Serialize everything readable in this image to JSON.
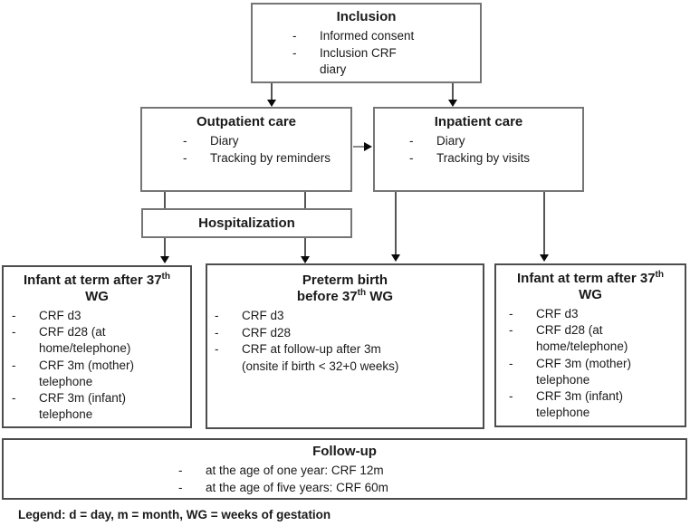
{
  "colors": {
    "background": "#ffffff",
    "box_border": "#757575",
    "box_border_dark": "#4d4d4d",
    "connector_line": "#555555",
    "arrowhead": "#0a0a0a",
    "text": "#1a1a1a"
  },
  "boxes": {
    "inclusion": {
      "title": "Inclusion",
      "items": [
        {
          "bullet": "-",
          "text": "Informed consent"
        },
        {
          "bullet": "-",
          "text": "Inclusion CRF"
        },
        {
          "bullet": "",
          "text": "diary"
        }
      ]
    },
    "outpatient": {
      "title": "Outpatient care",
      "items": [
        {
          "bullet": "-",
          "text": "Diary"
        },
        {
          "bullet": "-",
          "text": "Tracking by reminders"
        }
      ]
    },
    "inpatient": {
      "title": "Inpatient care",
      "items": [
        {
          "bullet": "-",
          "text": "Diary"
        },
        {
          "bullet": "-",
          "text": "Tracking by visits"
        }
      ]
    },
    "hospitalization": {
      "title": "Hospitalization"
    },
    "infant_term_left": {
      "title_line1": "Infant at term after 37",
      "title_sup": "th",
      "title_line2": "WG",
      "items": [
        {
          "bullet": "-",
          "text": "CRF d3"
        },
        {
          "bullet": "-",
          "text": "CRF d28 (at"
        },
        {
          "bullet": "",
          "text": "home/telephone)"
        },
        {
          "bullet": "-",
          "text": "CRF 3m (mother)"
        },
        {
          "bullet": "",
          "text": "telephone"
        },
        {
          "bullet": "-",
          "text": "CRF 3m (infant)"
        },
        {
          "bullet": "",
          "text": "telephone"
        }
      ]
    },
    "preterm": {
      "title_line1": "Preterm birth",
      "title_line2_pre": "before 37",
      "title_sup": "th",
      "title_line2_post": " WG",
      "items": [
        {
          "bullet": "-",
          "text": "CRF d3"
        },
        {
          "bullet": "-",
          "text": "CRF d28"
        },
        {
          "bullet": "-",
          "text": "CRF at follow-up after 3m"
        },
        {
          "bullet": "",
          "text": "(onsite if birth < 32+0 weeks)"
        }
      ]
    },
    "infant_term_right": {
      "title_line1": "Infant at term after 37",
      "title_sup": "th",
      "title_line2": "WG",
      "items": [
        {
          "bullet": "-",
          "text": "CRF d3"
        },
        {
          "bullet": "-",
          "text": "CRF d28 (at"
        },
        {
          "bullet": "",
          "text": "home/telephone)"
        },
        {
          "bullet": "-",
          "text": "CRF 3m (mother)"
        },
        {
          "bullet": "",
          "text": "telephone"
        },
        {
          "bullet": "-",
          "text": "CRF 3m (infant)"
        },
        {
          "bullet": "",
          "text": "telephone"
        }
      ]
    },
    "followup": {
      "title": "Follow-up",
      "items": [
        {
          "bullet": "-",
          "text": "at the age of one year: CRF 12m"
        },
        {
          "bullet": "-",
          "text": "at the age of five years: CRF 60m"
        }
      ]
    }
  },
  "legend": "Legend: d = day, m = month, WG = weeks of gestation"
}
